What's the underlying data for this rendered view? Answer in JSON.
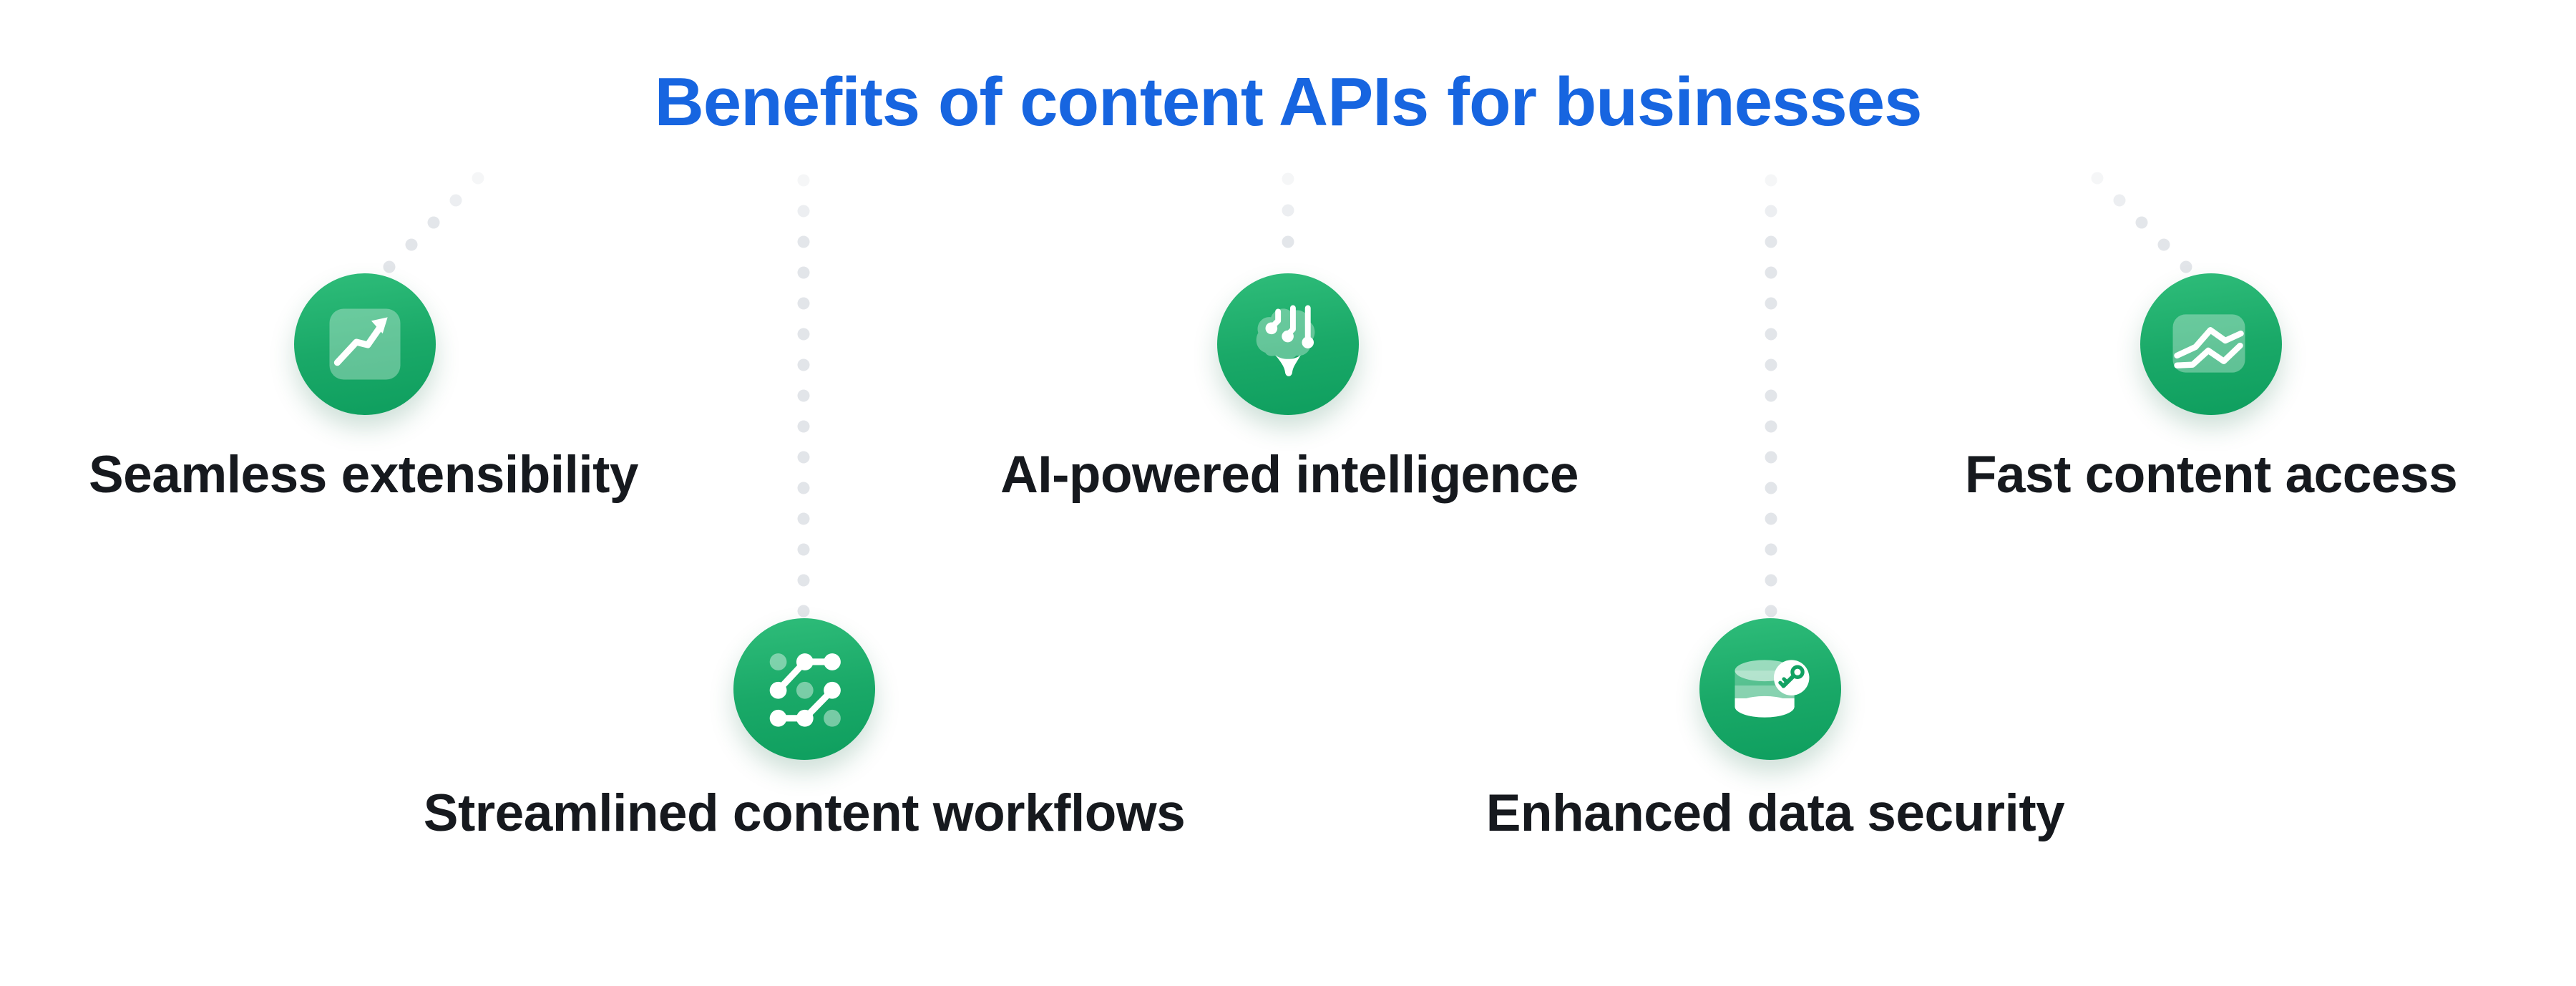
{
  "title": "Benefits of content APIs for businesses",
  "colors": {
    "title_blue": "#1765e0",
    "icon_green_top": "#2fbd7a",
    "icon_green_mid": "#1aa968",
    "icon_green_bottom": "#0e9e5e",
    "connector_dot": "#e2e5e9",
    "label_text": "#16191e",
    "icon_glyph": "#ffffff",
    "key_glyph_green": "#12a263"
  },
  "items": [
    {
      "label": "Seamless extensibility",
      "icon": "trend-up-icon"
    },
    {
      "label": "Streamlined content workflows",
      "icon": "workflow-nodes-icon"
    },
    {
      "label": "AI-powered intelligence",
      "icon": "ai-brain-icon"
    },
    {
      "label": "Enhanced data security",
      "icon": "database-key-icon"
    },
    {
      "label": "Fast content access",
      "icon": "line-chart-icon"
    }
  ]
}
